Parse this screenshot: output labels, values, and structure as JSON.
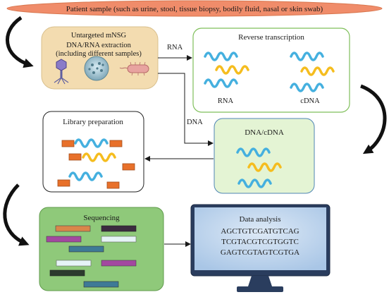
{
  "header": {
    "patient_sample": "Patient sample (such as urine, stool, tissue biopsy, bodily fluid, nasal or skin swab)"
  },
  "extraction": {
    "title": "Untargeted mNSG",
    "line1": "DNA/RNA extraction",
    "line2": "(including different samples)"
  },
  "arrows": {
    "rna": "RNA",
    "dna": "DNA"
  },
  "reverse_transcription": {
    "title": "Reverse transcription",
    "rna": "RNA",
    "cdna": "cDNA"
  },
  "library_preparation": {
    "title": "Library preparation"
  },
  "dna_cdna": {
    "title": "DNA/cDNA"
  },
  "sequencing": {
    "title": "Sequencing"
  },
  "data_analysis": {
    "title": "Data analysis",
    "seq1": "AGCTGTCGATGTCAG",
    "seq2": "TCGTACGTCGTGGTC",
    "seq3": "GAGTCGTAGTCGTGA"
  },
  "colors": {
    "header_fill": "#f08c6a",
    "extraction_fill": "#f3dcb0",
    "panel_border_green": "#7fbf5a",
    "dna_cdna_fill": "#e4f4d4",
    "sequencing_fill": "#8fc97a",
    "monitor_fill": "#b9d3ee",
    "strand_blue": "#45b0df",
    "strand_yellow": "#f5bd1f",
    "adapter_orange": "#e8702a"
  }
}
